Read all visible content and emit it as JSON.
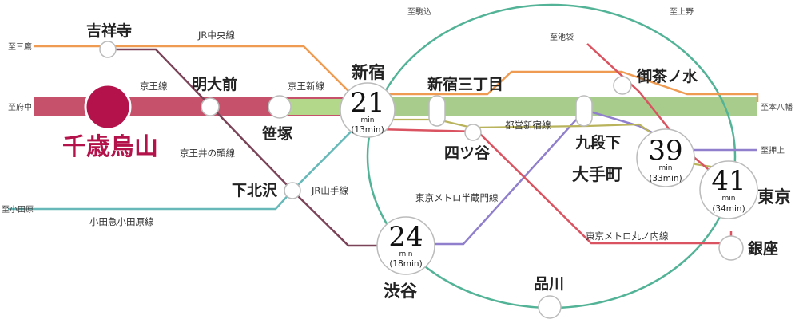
{
  "home": {
    "name": "千歳烏山",
    "color": "#b3134a"
  },
  "band_colors": {
    "keio": "#c6516a",
    "shinjuku_line": "#9fc785",
    "jr_yamanote": "#3aa787"
  },
  "lines": {
    "jr_chuo": "JR中央線",
    "keio": "京王線",
    "keio_new": "京王新線",
    "keio_inokashira": "京王井の頭線",
    "jr_yamanote": "JR山手線",
    "odakyu": "小田急小田原線",
    "hanzomon": "東京メトロ半蔵門線",
    "toei_shinjuku": "都営新宿線",
    "marunouchi": "東京メトロ丸ノ内線"
  },
  "directions": {
    "mitaka": "至三鷹",
    "fuchu": "至府中",
    "odawara": "至小田原",
    "komagome": "至駒込",
    "ikebukuro": "至池袋",
    "ueno": "至上野",
    "motoyawata": "至本八幡",
    "oshiage": "至押上"
  },
  "stations": {
    "kichijoji": "吉祥寺",
    "meidaimae": "明大前",
    "sasazuka": "笹塚",
    "shimokitazawa": "下北沢",
    "shinjuku": "新宿",
    "shinjuku_sanchome": "新宿三丁目",
    "yotsuya": "四ツ谷",
    "kudanshita": "九段下",
    "ochanomizu": "御茶ノ水",
    "otemachi": "大手町",
    "tokyo": "東京",
    "ginza": "銀座",
    "shibuya": "渋谷",
    "shinagawa": "品川"
  },
  "times": {
    "shinjuku": {
      "minutes": "21",
      "unit": "min",
      "alt": "(13min)"
    },
    "shibuya": {
      "minutes": "24",
      "unit": "min",
      "alt": "(18min)"
    },
    "otemachi": {
      "minutes": "39",
      "unit": "min",
      "alt": "(33min)"
    },
    "tokyo": {
      "minutes": "41",
      "unit": "min",
      "alt": "(34min)"
    }
  }
}
